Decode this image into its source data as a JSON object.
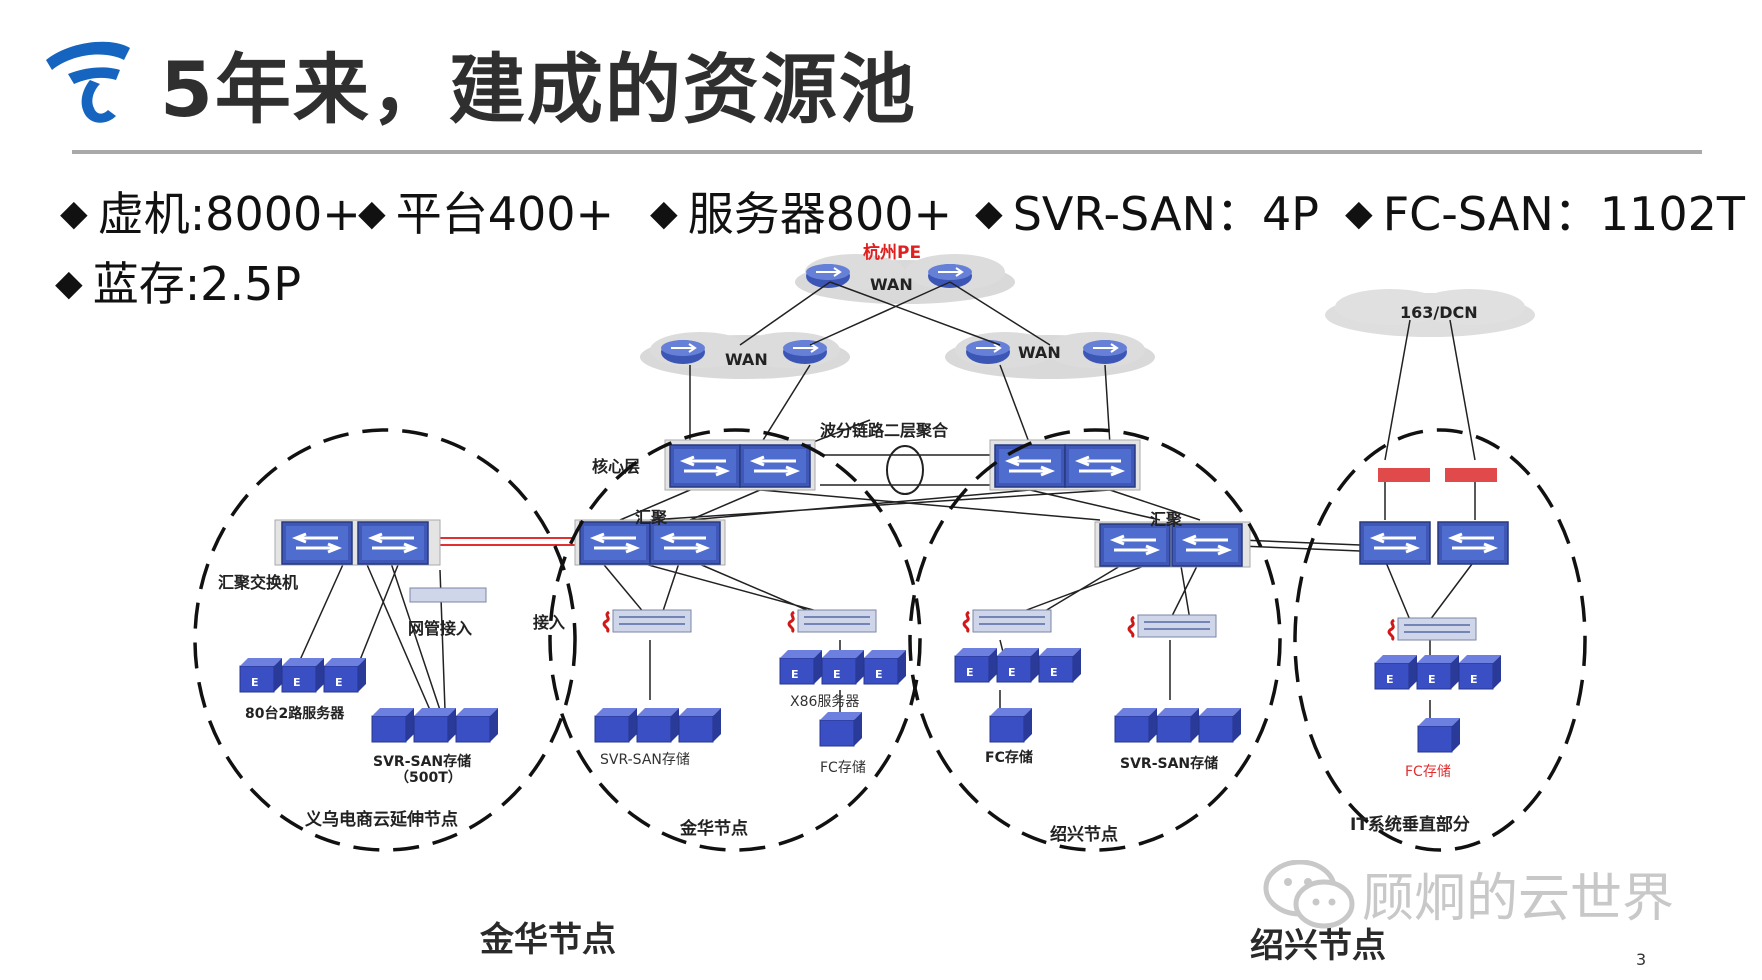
{
  "slide": {
    "title": "5年来，建成的资源池",
    "page_number": "3",
    "watermark": "顾炯的云世界",
    "colors": {
      "accent_blue": "#1565c0",
      "switch_blue": "#3f58b8",
      "server_blue": "#3a4fc4",
      "red_link": "#e03030"
    }
  },
  "stats": [
    {
      "icon": "diamond-bullet",
      "text": "虚机:8000+"
    },
    {
      "icon": "diamond-bullet",
      "text": "平台400+"
    },
    {
      "icon": "diamond-bullet",
      "text": "服务器800+"
    },
    {
      "icon": "diamond-bullet",
      "text": "SVR-SAN：4P"
    },
    {
      "icon": "diamond-bullet",
      "text": "FC-SAN：1102T"
    },
    {
      "icon": "diamond-bullet",
      "text": "蓝存:2.5P"
    }
  ],
  "diagram": {
    "clouds": {
      "hangzhou_pe": "杭州PE",
      "wan": "WAN",
      "dcn": "163/DCN"
    },
    "labels": {
      "wavelength": "波分链路二层聚合",
      "core": "核心层",
      "agg_jh": "汇聚",
      "agg_sx": "汇聚",
      "agg_switch": "汇聚交换机",
      "netmgmt": "网管接入",
      "access": "接入",
      "servers_80": "80台2路服务器",
      "svrsan_500t_1": "SVR-SAN存储",
      "svrsan_500t_2": "（500T）",
      "svrsan_jh": "SVR-SAN存储",
      "x86": "X86服务器",
      "fc_jh": "FC存储",
      "fc_sx": "FC存储",
      "svrsan_sx": "SVR-SAN存储",
      "fc_it": "FC存储"
    },
    "zones": [
      {
        "id": "yiwu",
        "label": "义乌电商云延伸节点"
      },
      {
        "id": "jinhua",
        "label": "金华节点"
      },
      {
        "id": "shaoxing",
        "label": "绍兴节点"
      },
      {
        "id": "it",
        "label": "IT系统垂直部分"
      }
    ],
    "bottom_labels": {
      "left": "金华节点",
      "right": "绍兴节点"
    }
  }
}
